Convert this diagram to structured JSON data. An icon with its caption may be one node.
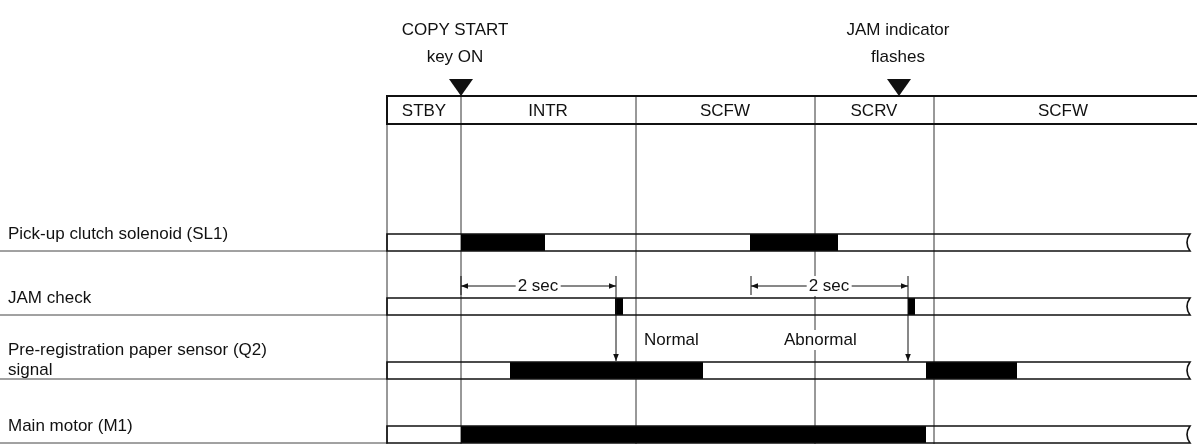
{
  "diagram": {
    "labels": [
      "COPY START key ON",
      "JAM indicator flashes",
      "STBY",
      "INTR",
      "SCFW",
      "SCRV",
      "SCFW",
      "Pick-up clutch solenoid (SL1)",
      "2 sec",
      "2 sec",
      "JAM check",
      "Normal",
      "Abnormal",
      "Pre-registration paper sensor (Q2) signal",
      "Main motor (M1)"
    ]
  }
}
